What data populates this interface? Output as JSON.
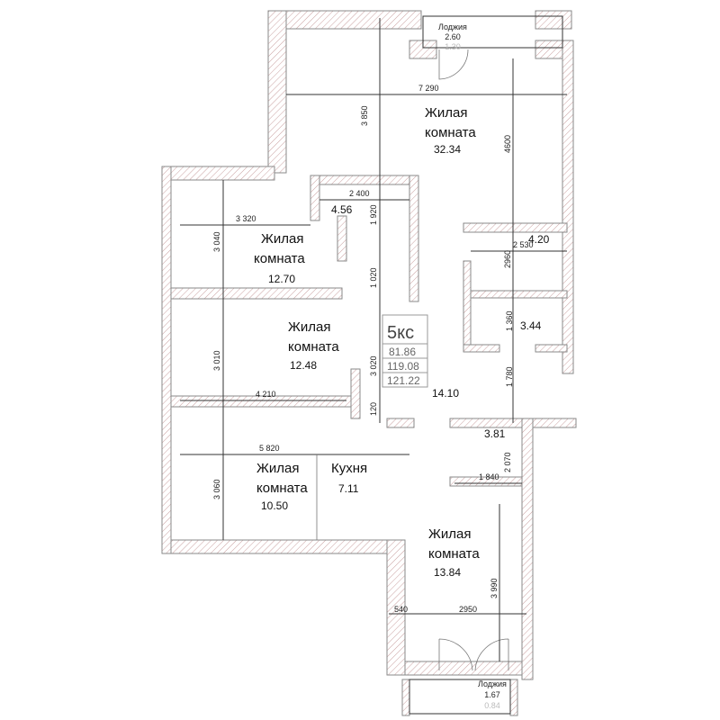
{
  "apartment": {
    "type": "5кс",
    "areas": [
      "81.86",
      "119.08",
      "121.22"
    ]
  },
  "rooms": [
    {
      "name": "Жилая",
      "name2": "комната",
      "area": "32.34"
    },
    {
      "name": "Жилая",
      "name2": "комната",
      "area": "12.70"
    },
    {
      "name": "Жилая",
      "name2": "комната",
      "area": "12.48"
    },
    {
      "name": "Жилая",
      "name2": "комната",
      "area": "10.50"
    },
    {
      "name": "Кухня",
      "area": "7.11"
    },
    {
      "name": "Жилая",
      "name2": "комната",
      "area": "13.84"
    }
  ],
  "small_rooms": [
    "4.56",
    "4.20",
    "3.44",
    "14.10",
    "3.81"
  ],
  "loggias": [
    {
      "name": "Лоджия",
      "area": "2.60",
      "area_reduced": "1.30"
    },
    {
      "name": "Лоджия",
      "area": "1.67",
      "area_reduced": "0.84"
    }
  ],
  "dimensions": [
    "7 290",
    "3 850",
    "4600",
    "2 400",
    "1 920",
    "3 320",
    "3 040",
    "1 020",
    "2 530",
    "2960",
    "1 360",
    "3 010",
    "3 020",
    "1 780",
    "4 210",
    "120",
    "5 820",
    "2 070",
    "1 840",
    "3 060",
    "3 990",
    "540",
    "2950"
  ]
}
